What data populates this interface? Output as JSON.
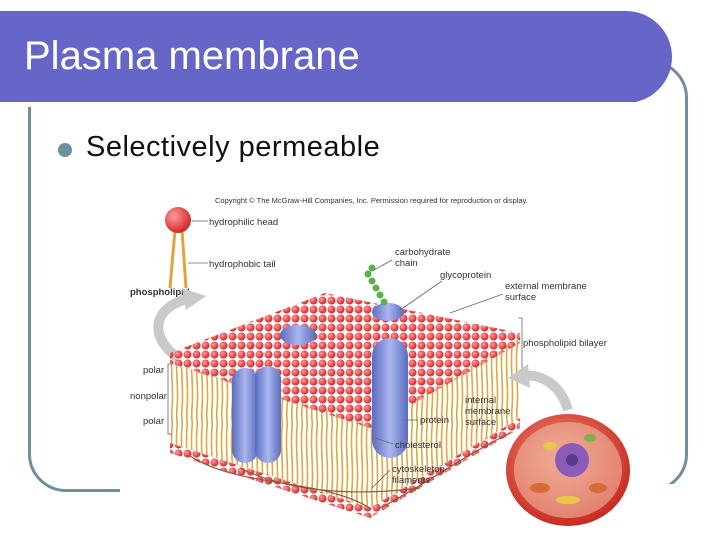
{
  "slide": {
    "title": "Plasma membrane",
    "bullet": "Selectively permeable"
  },
  "diagram": {
    "copyright": "Copyright © The McGraw-Hill Companies, Inc. Permission required for reproduction or display.",
    "labels": {
      "hydrophilic_head": "hydrophilic head",
      "hydrophobic_tail": "hydrophobic tail",
      "phospholipid": "phospholipid",
      "carbohydrate_chain_1": "carbohydrate",
      "carbohydrate_chain_2": "chain",
      "glycoprotein": "glycoprotein",
      "external_surface_1": "external membrane",
      "external_surface_2": "surface",
      "phospholipid_bilayer": "phospholipid bilayer",
      "polar_top": "polar",
      "nonpolar": "nonpolar",
      "polar_bottom": "polar",
      "internal_surface_1": "internal",
      "internal_surface_2": "membrane",
      "internal_surface_3": "surface",
      "protein": "protein",
      "cholesterol": "cholesterol",
      "cytoskeleton_1": "cytoskeleton",
      "cytoskeleton_2": "filaments"
    },
    "colors": {
      "heads": "#e8373a",
      "tails": "#e2a43a",
      "protein": "#7c8fd6",
      "carbohydrate": "#5bb04e",
      "cell": "#d8332a",
      "nucleus": "#8a5cb8"
    }
  }
}
